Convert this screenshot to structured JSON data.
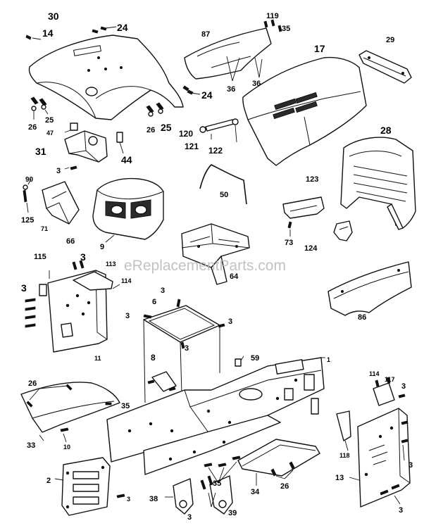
{
  "watermark": "eReplacementParts.com",
  "callouts": {
    "c30": "30",
    "c14": "14",
    "c24a": "24",
    "c25a": "25",
    "c26a": "26",
    "c47": "47",
    "c24b": "24",
    "c26b": "26",
    "c25b": "25",
    "c31": "31",
    "c3a": "3",
    "c44": "44",
    "c87": "87",
    "c119": "119",
    "c35a": "35",
    "c36a": "36",
    "c36b": "36",
    "c17": "17",
    "c29": "29",
    "c120": "120",
    "c121": "121",
    "c122": "122",
    "c28": "28",
    "c90": "90",
    "c125": "125",
    "c71": "71",
    "c66": "66",
    "c9": "9",
    "c50": "50",
    "c123": "123",
    "c73": "73",
    "c124": "124",
    "c64": "64",
    "c115": "115",
    "c3b": "3",
    "c113": "113",
    "c114a": "114",
    "c3c": "3",
    "c11": "11",
    "c3d": "3",
    "c6": "6",
    "c3e": "3",
    "c3f": "3",
    "c3g": "3",
    "c8": "8",
    "c59": "59",
    "c1": "1",
    "c86": "86",
    "c26c": "26",
    "c35b": "35",
    "c33": "33",
    "c10": "10",
    "c114b": "114",
    "c117": "117",
    "c3h": "3",
    "c118": "118",
    "c3i": "3",
    "c13": "13",
    "c3j": "3",
    "c2": "2",
    "c3k": "3",
    "c38": "38",
    "c3l": "3",
    "c35c": "35",
    "c39": "39",
    "c34": "34",
    "c26d": "26"
  }
}
